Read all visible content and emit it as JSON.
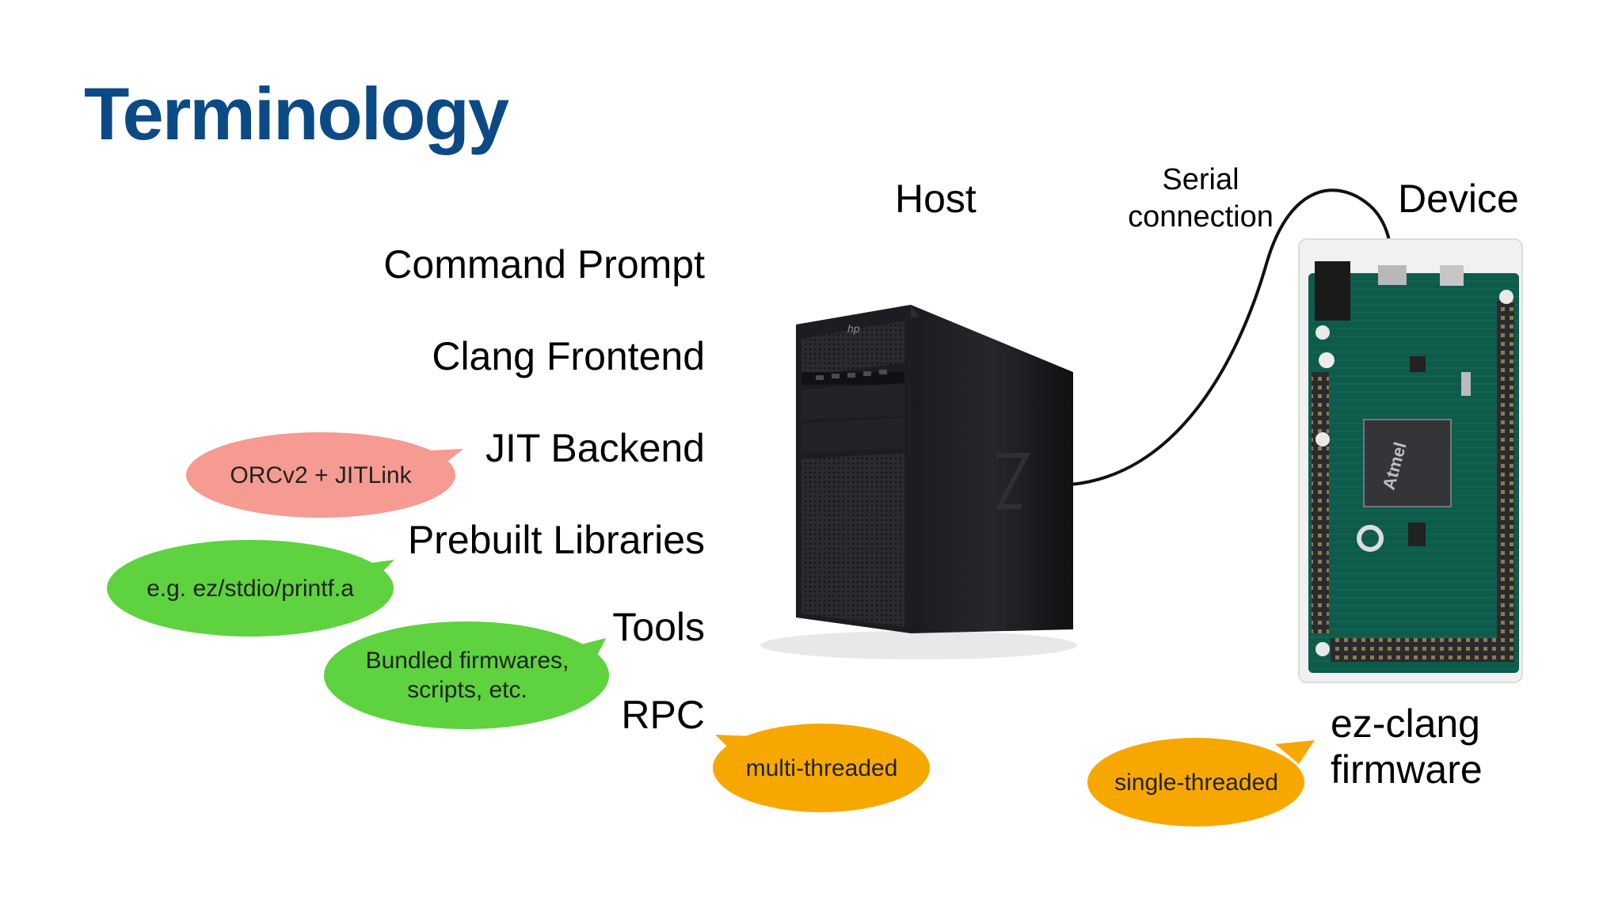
{
  "title": "Terminology",
  "terms": {
    "command_prompt": "Command Prompt",
    "clang_frontend": "Clang Frontend",
    "jit_backend": "JIT Backend",
    "prebuilt_libraries": "Prebuilt Libraries",
    "tools": "Tools",
    "rpc": "RPC"
  },
  "labels": {
    "host": "Host",
    "device": "Device",
    "serial_line1": "Serial",
    "serial_line2": "connection",
    "firmware_line1": "ez-clang",
    "firmware_line2": "firmware"
  },
  "bubbles": {
    "jit": {
      "text": "ORCv2 + JITLink",
      "color": "#f59b91"
    },
    "libs": {
      "text": "e.g. ez/stdio/printf.a",
      "color": "#5ed33f"
    },
    "tools_line1": "Bundled firmwares,",
    "tools_line2": "scripts, etc.",
    "tools_color": "#5ed33f",
    "rpc": {
      "text": "multi-threaded",
      "color": "#f7a800"
    },
    "device": {
      "text": "single-threaded",
      "color": "#f7a800"
    }
  },
  "images": {
    "host": "workstation-tower-icon",
    "device": "arduino-due-board-icon"
  }
}
